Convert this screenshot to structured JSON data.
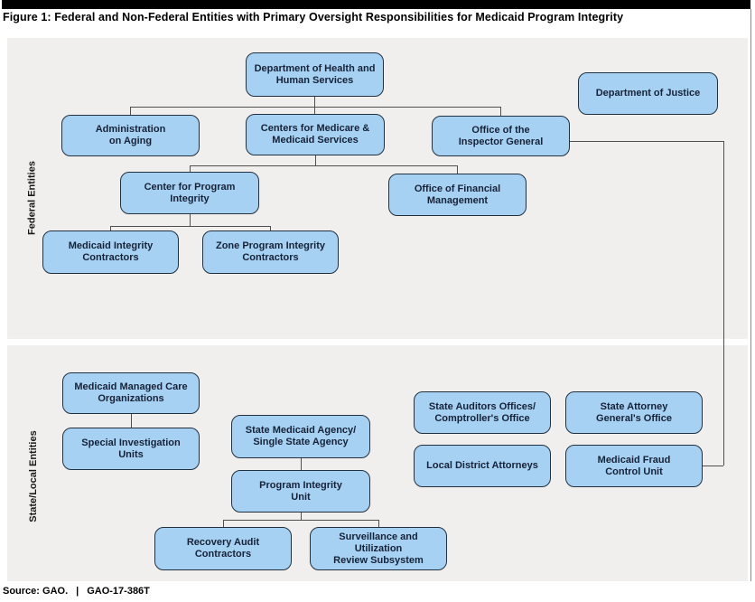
{
  "header": {
    "figure_title": "Figure 1: Federal and Non-Federal Entities with Primary Oversight Responsibilities for Medicaid Program Integrity"
  },
  "sections": {
    "federal": {
      "label": "Federal Entities"
    },
    "state_local": {
      "label": "State/Local Entities"
    }
  },
  "boxes": {
    "dhhs": {
      "label": "Department of Health and\nHuman Services"
    },
    "doj": {
      "label": "Department of Justice"
    },
    "aoa": {
      "label": "Administration\non Aging"
    },
    "cms": {
      "label": "Centers for Medicare &\nMedicaid Services"
    },
    "oig": {
      "label": "Office of the\nInspector General"
    },
    "cpi": {
      "label": "Center for Program\nIntegrity"
    },
    "ofm": {
      "label": "Office of Financial\nManagement"
    },
    "mic": {
      "label": "Medicaid Integrity\nContractors"
    },
    "zpic": {
      "label": "Zone Program Integrity\nContractors"
    },
    "mmco": {
      "label": "Medicaid Managed Care\nOrganizations"
    },
    "siu": {
      "label": "Special Investigation\nUnits"
    },
    "sma": {
      "label": "State Medicaid Agency/\nSingle State Agency"
    },
    "piu": {
      "label": "Program Integrity\nUnit"
    },
    "rac": {
      "label": "Recovery Audit\nContractors"
    },
    "surs": {
      "label": "Surveillance and Utilization\nReview Subsystem"
    },
    "sao": {
      "label": "State Auditors Offices/\nComptroller's Office"
    },
    "sag": {
      "label": "State Attorney\nGeneral's Office"
    },
    "lda": {
      "label": "Local District Attorneys"
    },
    "mfcu": {
      "label": "Medicaid Fraud\nControl Unit"
    }
  },
  "footer": {
    "source_label": "Source: GAO.",
    "separator": "|",
    "report_number": "GAO-17-386T"
  },
  "colors": {
    "box_fill": "#a7d1f3",
    "box_border": "#223140",
    "box_text": "#152238",
    "section_background": "#f0efed",
    "connector": "#4f4f4f"
  }
}
